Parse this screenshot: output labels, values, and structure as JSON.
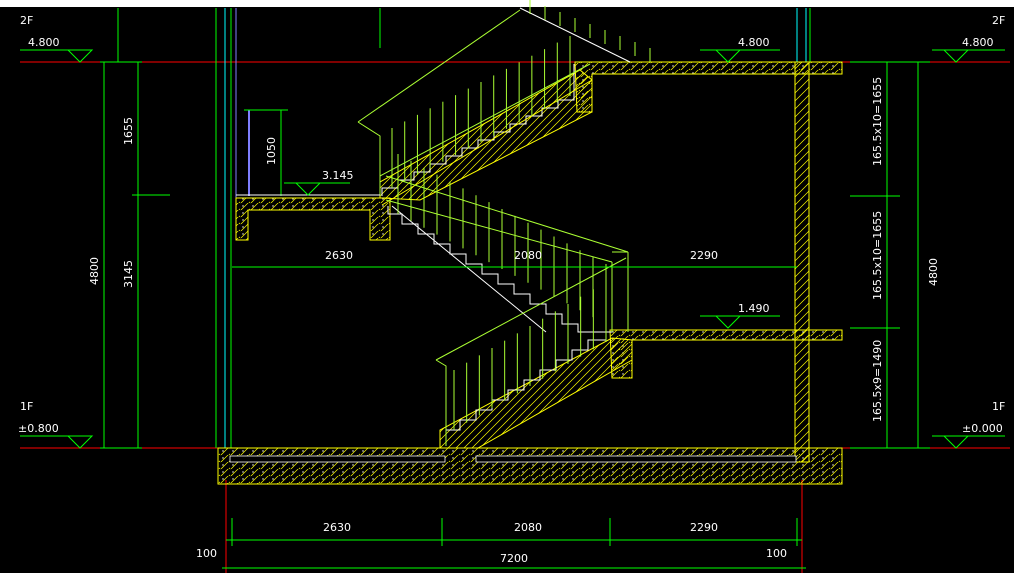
{
  "floors": {
    "upper_level_label": "2F",
    "upper_level_elev": "4.800",
    "lower_level_label": "1F",
    "lower_level_elev_left": "±0.800",
    "lower_level_elev_right": "±0.000",
    "top_landing_elev": "4.800",
    "mid_landing_elev_left": "3.145",
    "mid_landing_elev_right": "1.490"
  },
  "left_dims": {
    "overall": "4800",
    "upper_part": "1655",
    "lower_part": "3145",
    "rail_height": "1050"
  },
  "right_dims": {
    "flight_top": "165.5x10=1655",
    "flight_mid": "165.5x10=1655",
    "flight_bottom": "165.5x9=1490",
    "overall": "4800"
  },
  "horizontal_dims": {
    "mid_a": "2630",
    "mid_b": "2080",
    "mid_c": "2290",
    "bottom_a": "2630",
    "bottom_b": "2080",
    "bottom_c": "2290",
    "left_offset": "100",
    "right_offset": "100",
    "total": "7200"
  },
  "colors": {
    "background": "#000000",
    "green": "#00ff00",
    "yellow": "#ffff00",
    "red": "#ff0000",
    "cyan": "#00ffff",
    "white": "#ffffff",
    "rail": "#aaff33",
    "blue": "#7f7fff"
  }
}
